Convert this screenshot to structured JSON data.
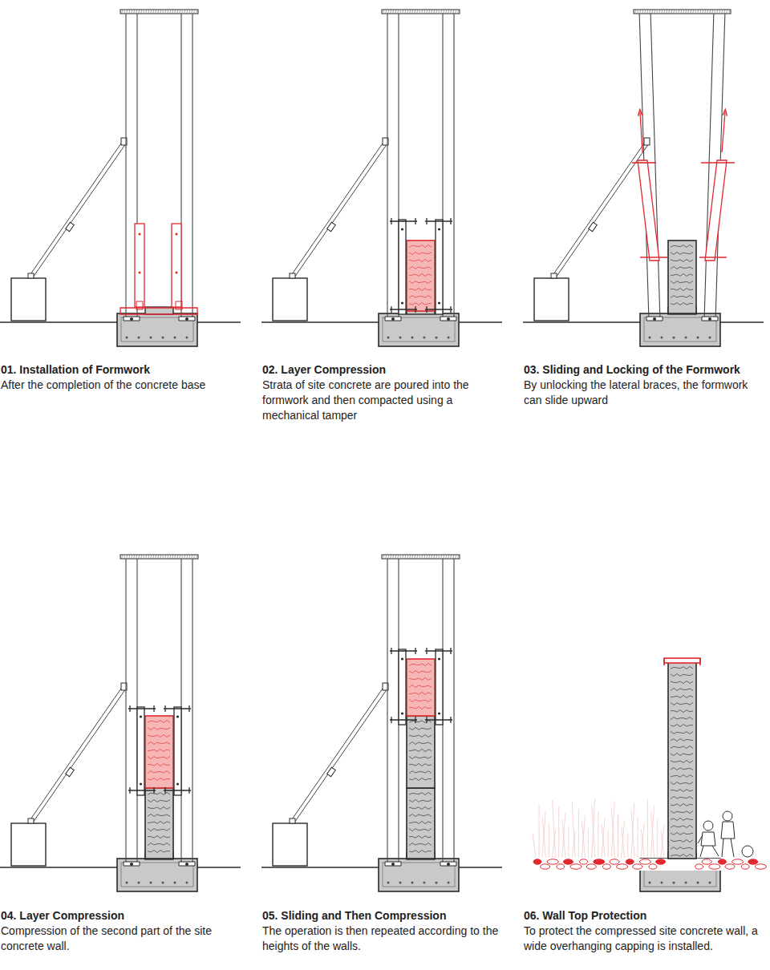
{
  "diagram": {
    "labels": [
      "01. Installation of Formwork",
      "After the completion of the concrete base",
      "02. Layer Compression",
      "Strata of site concrete are poured into the formwork and then compacted using a mechanical tamper",
      "03. Sliding and Locking of the Formwork",
      "By unlocking the lateral braces, the formwork can slide upward",
      "04. Layer Compression",
      "Compression of the second part of the site concrete wall.",
      "05. Sliding and Then Compression",
      "The operation is then repeated according to the heights of the walls.",
      "06. Wall Top Protection",
      "To protect the compressed site concrete wall, a wide overhanging capping is installed."
    ]
  }
}
